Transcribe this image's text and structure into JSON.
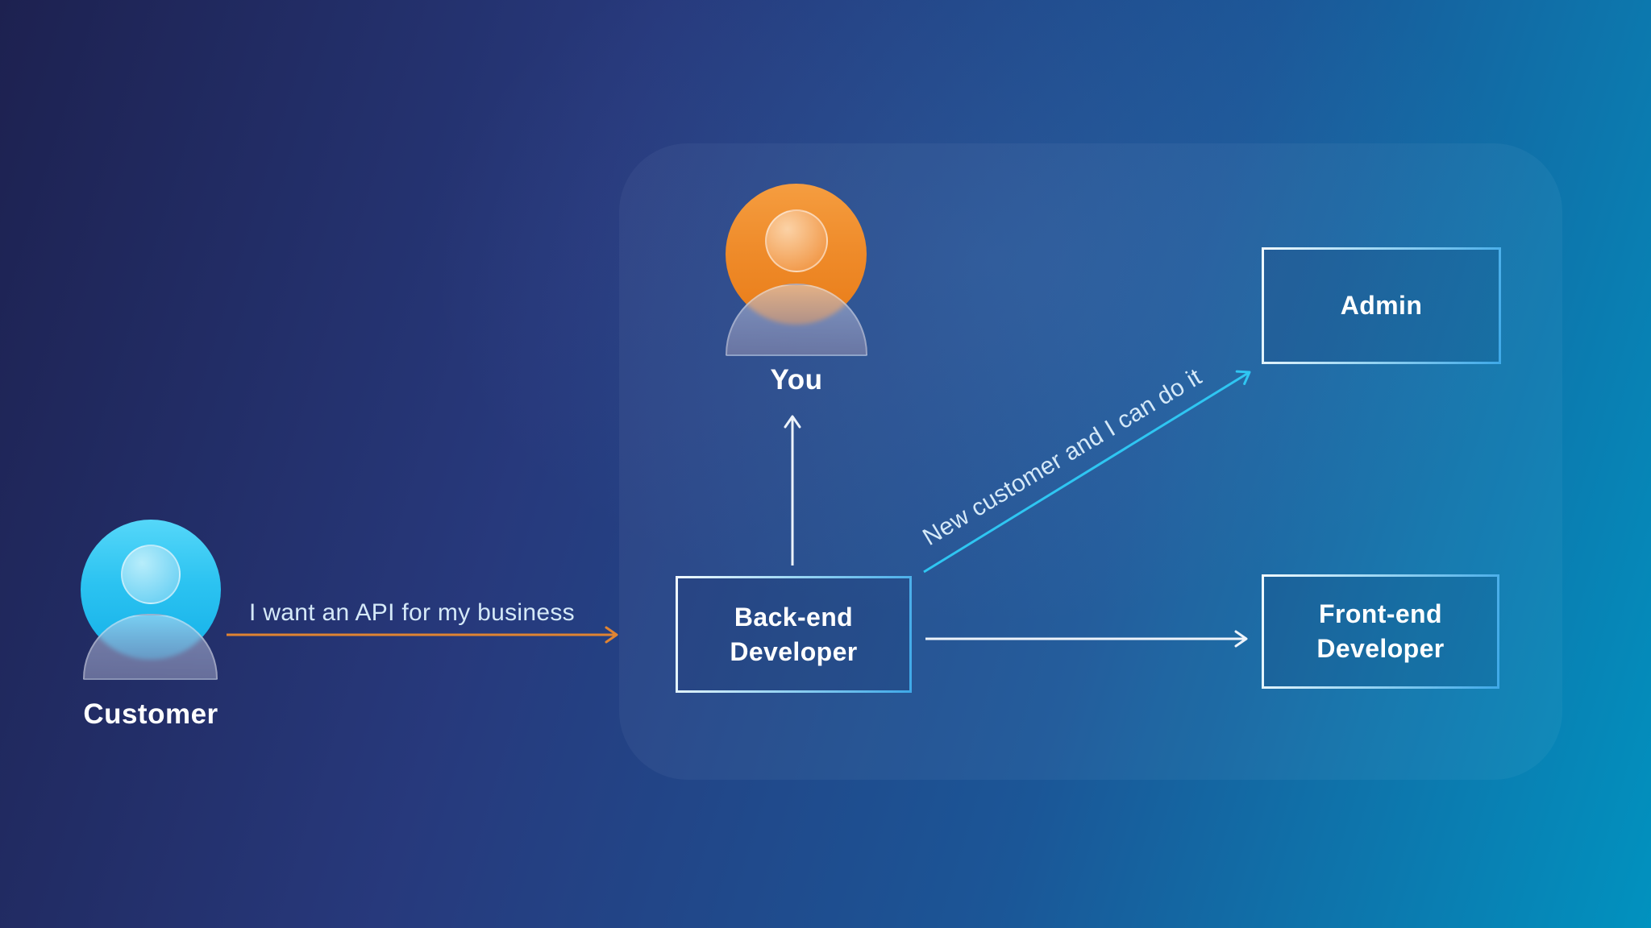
{
  "colors": {
    "background_top_left": "#1d2150",
    "background_bottom_right": "#008db8",
    "arrow_orange": "#e08432",
    "arrow_cyan": "#2fc6f2",
    "arrow_white": "#edf3fa",
    "box_border_light": "#f0f9fe",
    "box_border_blue": "#3fa9e8",
    "label_text": "#ffffff",
    "annotation_text": "#d5e9f8",
    "customer_avatar_color": "#2cc3f1",
    "you_avatar_color": "#ef8c2b"
  },
  "actors": {
    "customer": {
      "label": "Customer"
    },
    "you": {
      "label": "You"
    }
  },
  "nodes": {
    "backend": {
      "line1": "Back-end",
      "line2": "Developer"
    },
    "admin": {
      "line1": "Admin"
    },
    "frontend": {
      "line1": "Front-end",
      "line2": "Developer"
    }
  },
  "edges": {
    "customer_to_backend": {
      "label": "I want an API for my business",
      "color": "#e08432"
    },
    "backend_to_you": {
      "color": "#edf3fa"
    },
    "backend_to_admin": {
      "label": "New customer and I can do it",
      "color": "#2fc6f2"
    },
    "backend_to_frontend": {
      "color": "#edf3fa"
    }
  }
}
